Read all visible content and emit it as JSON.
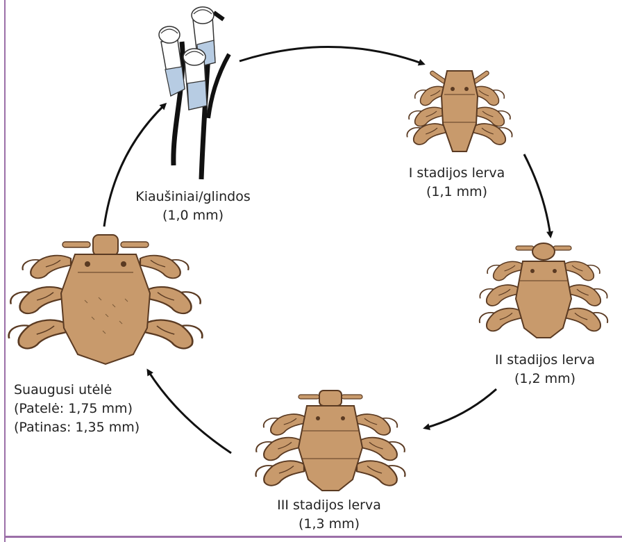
{
  "stages": {
    "eggs": {
      "name": "Kiaušiniai/glindos",
      "size": "(1,0 mm)"
    },
    "larva1": {
      "name": "I stadijos lerva",
      "size": "(1,1 mm)"
    },
    "larva2": {
      "name": "II stadijos lerva",
      "size": "(1,2 mm)"
    },
    "larva3": {
      "name": "III stadijos lerva",
      "size": "(1,3 mm)"
    },
    "adult": {
      "name": "Suaugusi utėlė",
      "female": "(Patelė: 1,75 mm)",
      "male": "(Patinas: 1,35 mm)"
    }
  },
  "colors": {
    "frame": "#9b6fa8",
    "louse_body": "#c89a6c",
    "louse_outline": "#5a3a22",
    "egg_blue": "#b7cce3",
    "arrow": "#111111"
  }
}
